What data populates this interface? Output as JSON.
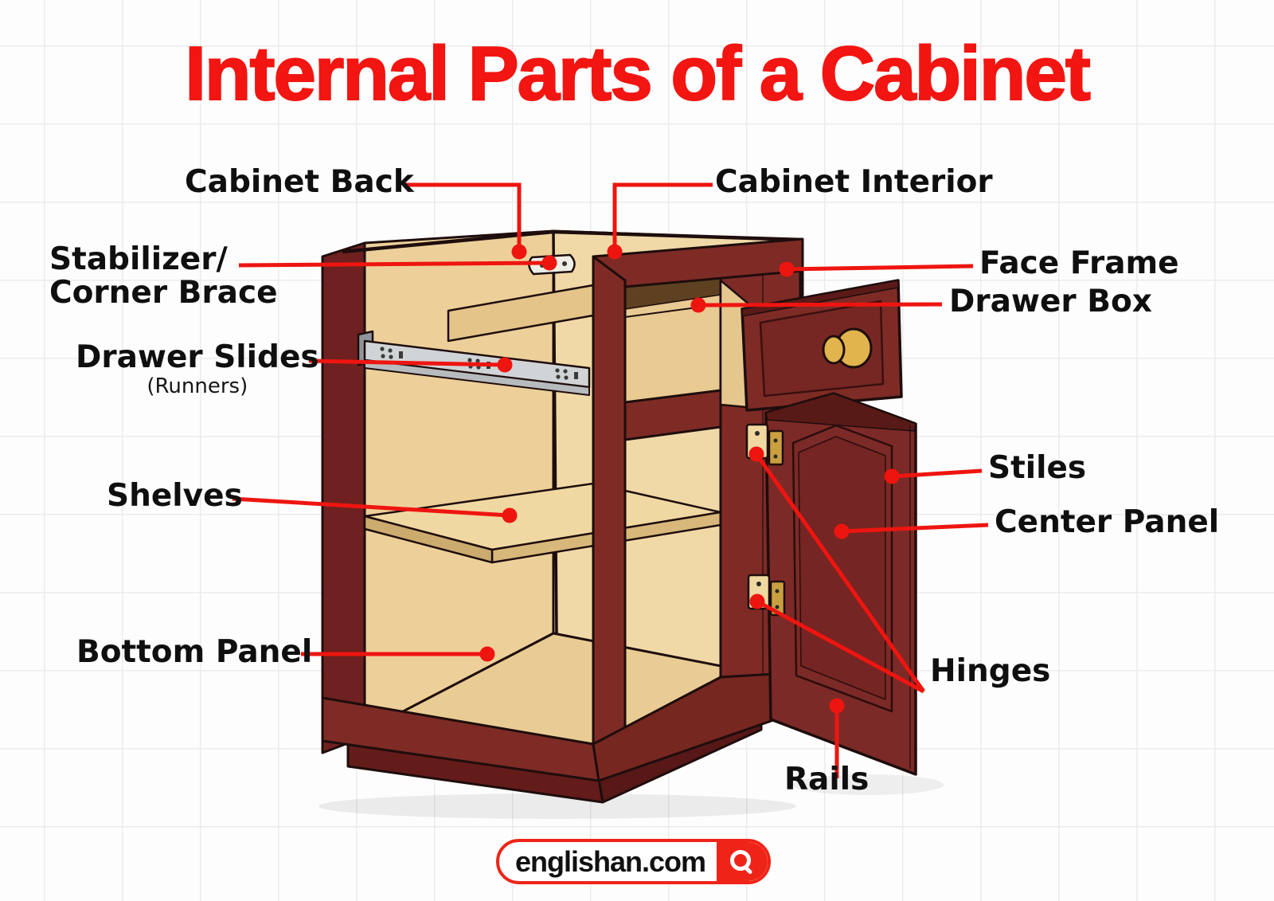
{
  "title": {
    "text": "Internal Parts of a Cabinet"
  },
  "labels": {
    "cabinet_back": {
      "text": "Cabinet Back"
    },
    "cabinet_interior": {
      "text": "Cabinet Interior"
    },
    "stabilizer": {
      "line1": "Stabilizer/",
      "line2": "Corner Brace"
    },
    "drawer_slides": {
      "text": "Drawer Slides",
      "sub": "(Runners)"
    },
    "shelves": {
      "text": "Shelves"
    },
    "bottom_panel": {
      "text": "Bottom Panel"
    },
    "face_frame": {
      "text": "Face Frame"
    },
    "drawer_box": {
      "text": "Drawer Box"
    },
    "stiles": {
      "text": "Stiles"
    },
    "center_panel": {
      "text": "Center Panel"
    },
    "hinges": {
      "text": "Hinges"
    },
    "rails": {
      "text": "Rails"
    }
  },
  "watermark": {
    "text": "englishan.com",
    "icon": "search-icon"
  },
  "colors": {
    "title_red": "#F21511",
    "leader_red": "#EE1510",
    "cabinet_maroon": "#7E2B26",
    "cabinet_maroon_dark": "#631C1A",
    "interior_tan": "#EDD099",
    "interior_tan_light": "#F1D9A7",
    "floor_tan": "#E9CC93",
    "metal_slide": "#D0D4D7",
    "brass_knob": "#E2B44E",
    "hinge_brass": "#C99F3F",
    "outline_dark": "#1E0D0C"
  }
}
